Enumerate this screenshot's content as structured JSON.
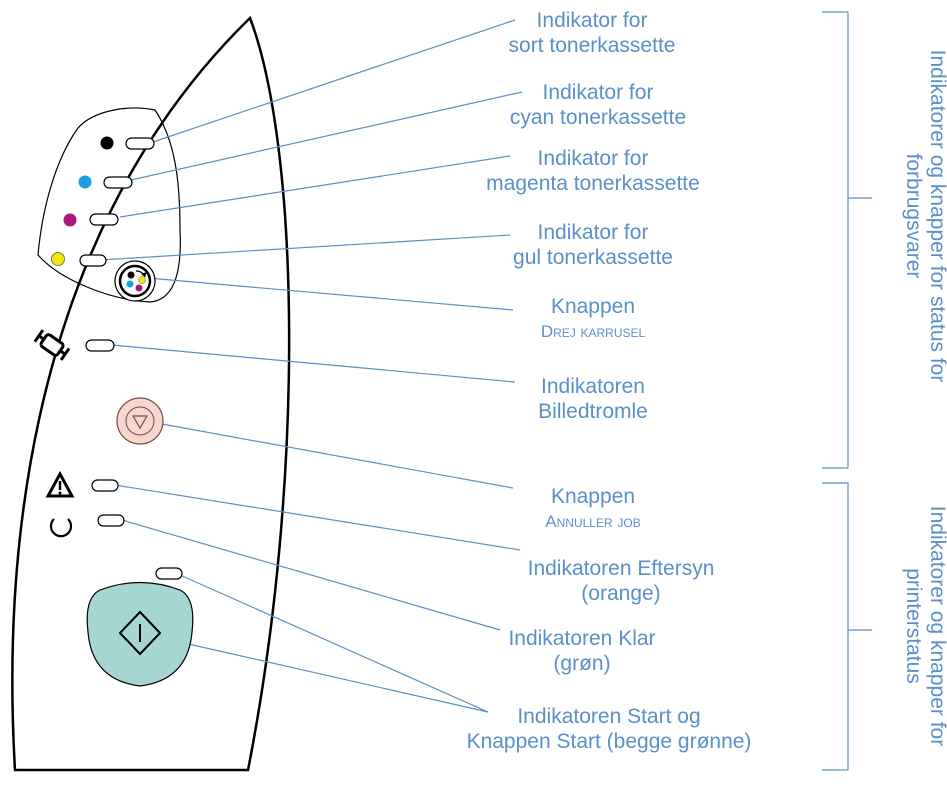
{
  "labels": {
    "black": {
      "line1": "Indikator for",
      "line2": "sort tonerkassette"
    },
    "cyan": {
      "line1": "Indikator for",
      "line2": "cyan tonerkassette"
    },
    "magenta": {
      "line1": "Indikator for",
      "line2": "magenta tonerkassette"
    },
    "yellow": {
      "line1": "Indikator for",
      "line2": "gul tonerkassette"
    },
    "rotate": {
      "line1": "Knappen",
      "line2": "Drej karrusel"
    },
    "drum": {
      "line1": "Indikatoren",
      "line2": "Billedtromle"
    },
    "cancel": {
      "line1": "Knappen",
      "line2": "Annuller job"
    },
    "attention": {
      "line1": "Indikatoren Eftersyn",
      "line2": "(orange)"
    },
    "ready": {
      "line1": "Indikatoren Klar",
      "line2": "(grøn)"
    },
    "go": {
      "line1": "Indikatoren Start og",
      "line2": "Knappen Start (begge grønne)"
    }
  },
  "groups": {
    "supplies": {
      "line1": "Indikatorer og knapper for status for",
      "line2": "forbrugsvarer"
    },
    "printer": {
      "line1": "Indikatorer og knapper for",
      "line2": "printerstatus"
    }
  },
  "colors": {
    "label": "#5b8fc9",
    "black_dot": "#000000",
    "cyan_dot": "#1aa0e0",
    "magenta_dot": "#b0177a",
    "yellow_dot": "#f2e600",
    "cancel_button": "#f6d6cf",
    "go_button": "#a6d6d2"
  },
  "icons": {
    "drum": "drum-icon",
    "attention": "warning-triangle-icon",
    "ready": "ready-circle-icon",
    "go": "go-diamond-icon",
    "cancel": "cancel-triangle-icon",
    "rotate": "carousel-rotate-icon"
  }
}
